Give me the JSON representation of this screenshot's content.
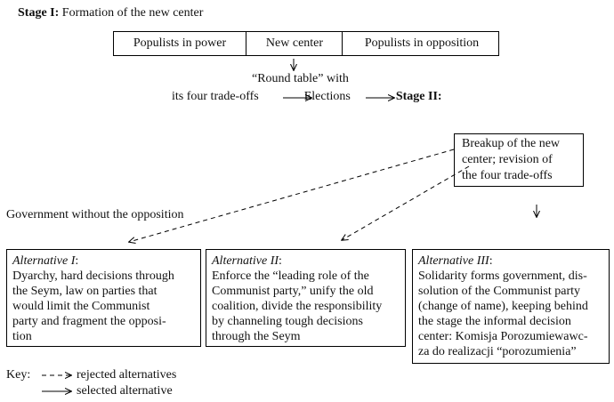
{
  "stage1": {
    "label": "Stage I:",
    "title": "Formation of the new center",
    "boxes": [
      "Populists in power",
      "New center",
      "Populists in opposition"
    ]
  },
  "round_table": {
    "line1": "“Round table” with",
    "line2_prefix": "its four trade-offs",
    "line2_middle": "Elections",
    "stage2_label": "Stage II:"
  },
  "breakup": {
    "lines": [
      "Breakup of the new",
      "center; revision of",
      "the four trade-offs"
    ]
  },
  "govt_without_opposition": "Government without the opposition",
  "alternatives": [
    {
      "title": "Alternative I",
      "lines": [
        "Dyarchy, hard decisions through",
        "the Seym, law on parties that",
        "would limit the Communist",
        "party and fragment the opposi-",
        "tion"
      ],
      "status": "rejected"
    },
    {
      "title": "Alternative II",
      "lines": [
        "Enforce the “leading role of the",
        "Communist party,” unify the old",
        "coalition, divide the responsibility",
        "by channeling tough decisions",
        "through the Seym"
      ],
      "status": "rejected"
    },
    {
      "title": "Alternative III",
      "lines": [
        "Solidarity forms government, dis-",
        "solution of the Communist party",
        "(change of name), keeping behind",
        "the stage the informal decision",
        "center: Komisja Porozumiewawc-",
        "za do realizacji “porozumienia”"
      ],
      "status": "selected"
    }
  ],
  "key": {
    "label": "Key:",
    "rejected": "rejected alternatives",
    "selected": "selected alternative"
  }
}
